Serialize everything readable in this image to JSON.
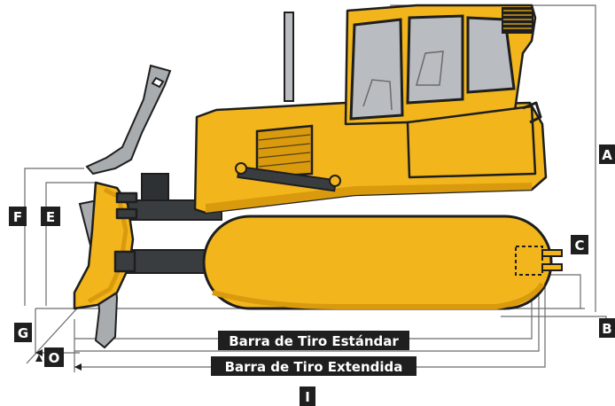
{
  "dimension_labels": {
    "A": "A",
    "B": "B",
    "C": "C",
    "E": "E",
    "F": "F",
    "G": "G",
    "I": "I",
    "O": "O"
  },
  "bar_labels": {
    "standard": "Barra de Tiro Estándar",
    "extended": "Barra de Tiro Extendida"
  },
  "colors": {
    "body": "#F2B61C",
    "body_shadow": "#D99A0E",
    "outline": "#1E1E1E",
    "glass": "#B9BCC0",
    "metal": "#8F9396",
    "dim_line": "#6B6B6B",
    "label_bg": "#1F1F1F"
  }
}
